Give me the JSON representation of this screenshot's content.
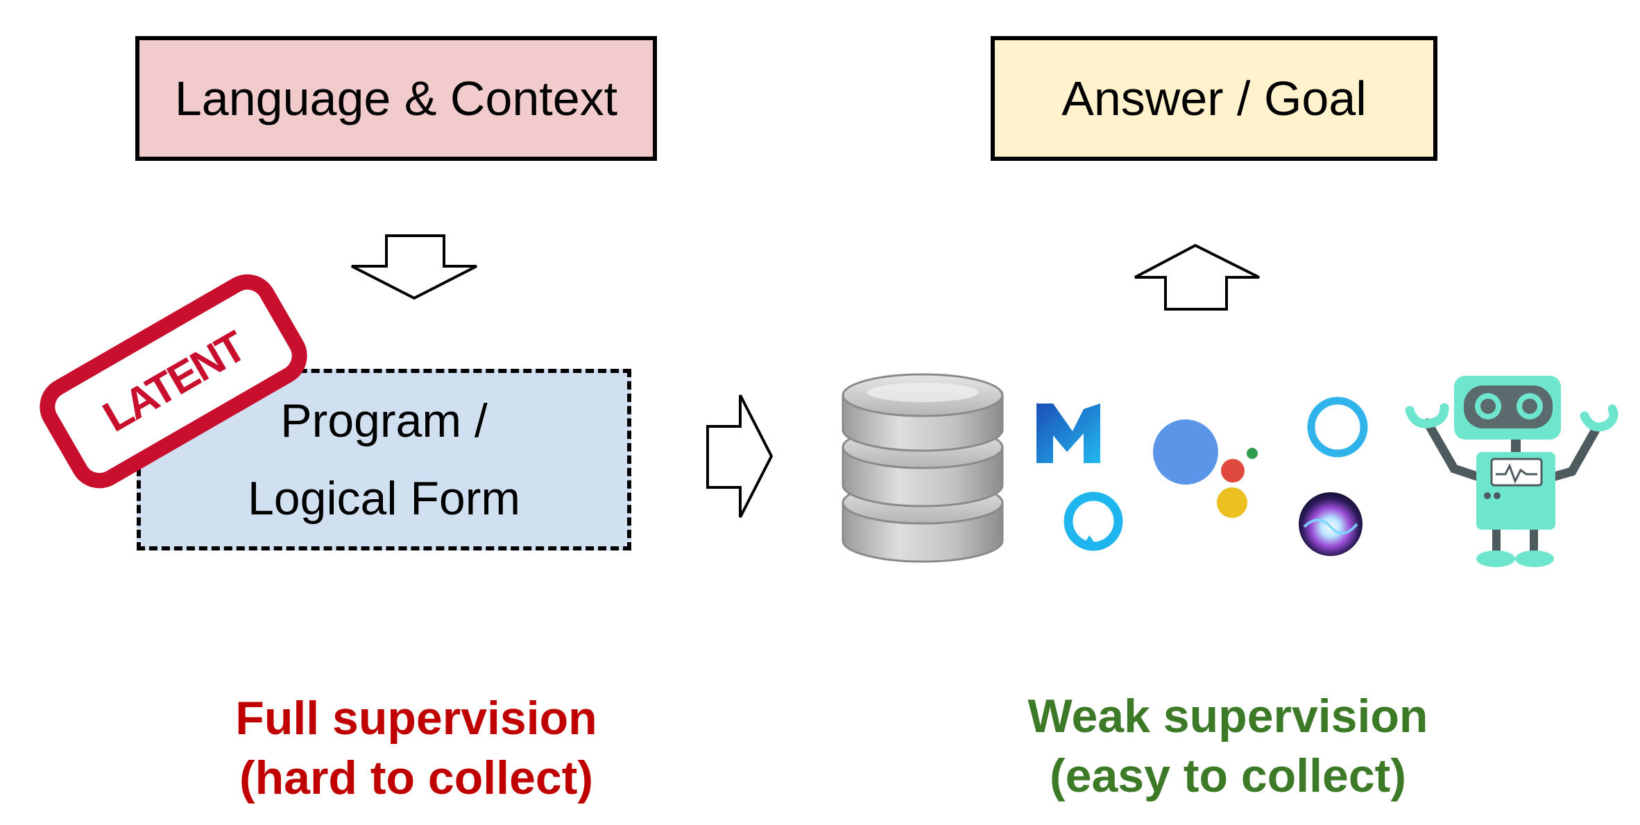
{
  "boxes": {
    "language_context": "Language & Context",
    "answer_goal": "Answer / Goal",
    "program_line1": "Program /",
    "program_line2": "Logical Form"
  },
  "stamp": {
    "text": "LATENT",
    "color": "#c8102e"
  },
  "captions": {
    "full_line1": "Full supervision",
    "full_line2": "(hard to collect)",
    "weak_line1": "Weak supervision",
    "weak_line2": "(easy to collect)"
  },
  "icons": [
    "database-icon",
    "messenger-m-icon",
    "alexa-icon",
    "google-assistant-icon",
    "cortana-icon",
    "siri-icon",
    "robot-icon"
  ],
  "colors": {
    "language_fill": "#f2cccd",
    "answer_fill": "#fff2cc",
    "program_fill": "#d0e0f0",
    "full_caption": "#c00000",
    "weak_caption": "#3c7a27"
  }
}
